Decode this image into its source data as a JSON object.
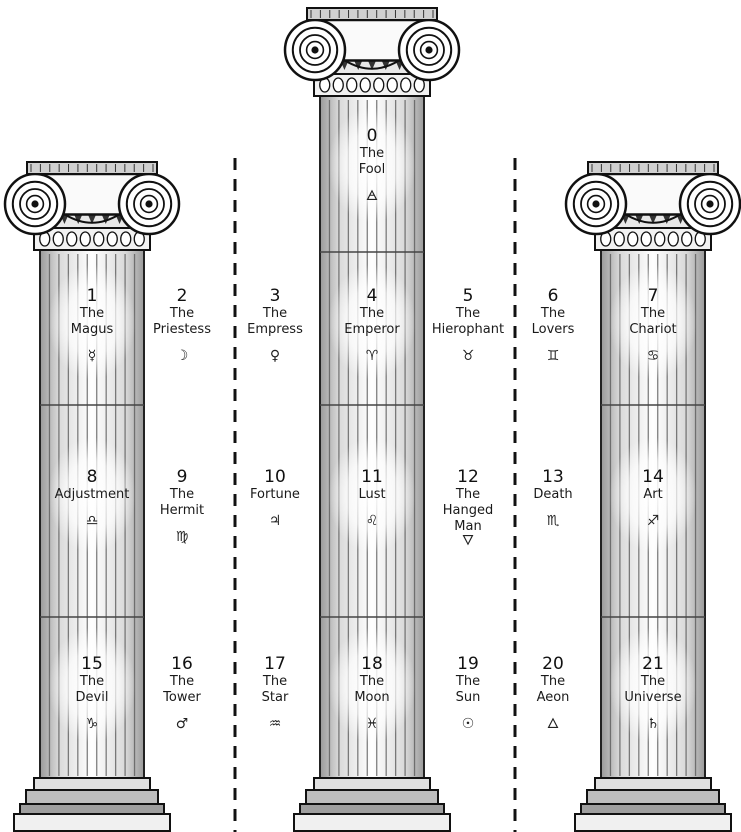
{
  "pillars": [
    {
      "name": "left-pillar"
    },
    {
      "name": "center-pillar"
    },
    {
      "name": "right-pillar"
    }
  ],
  "cards": [
    {
      "number": "0",
      "name_lines": [
        "The",
        "Fool"
      ],
      "symbol": "🜁",
      "symbol_name": "air-symbol"
    },
    {
      "number": "1",
      "name_lines": [
        "The",
        "Magus"
      ],
      "symbol": "☿",
      "symbol_name": "mercury-symbol"
    },
    {
      "number": "2",
      "name_lines": [
        "The",
        "Priestess"
      ],
      "symbol": "☽",
      "symbol_name": "moon-symbol"
    },
    {
      "number": "3",
      "name_lines": [
        "The",
        "Empress"
      ],
      "symbol": "♀",
      "symbol_name": "venus-symbol"
    },
    {
      "number": "4",
      "name_lines": [
        "The",
        "Emperor"
      ],
      "symbol": "♈",
      "symbol_name": "aries-symbol"
    },
    {
      "number": "5",
      "name_lines": [
        "The",
        "Hierophant"
      ],
      "symbol": "♉",
      "symbol_name": "taurus-symbol"
    },
    {
      "number": "6",
      "name_lines": [
        "The",
        "Lovers"
      ],
      "symbol": "♊",
      "symbol_name": "gemini-symbol"
    },
    {
      "number": "7",
      "name_lines": [
        "The",
        "Chariot"
      ],
      "symbol": "♋",
      "symbol_name": "cancer-symbol"
    },
    {
      "number": "8",
      "name_lines": [
        "Adjustment"
      ],
      "symbol": "♎",
      "symbol_name": "libra-symbol"
    },
    {
      "number": "9",
      "name_lines": [
        "The",
        "Hermit"
      ],
      "symbol": "♍",
      "symbol_name": "virgo-symbol"
    },
    {
      "number": "10",
      "name_lines": [
        "Fortune"
      ],
      "symbol": "♃",
      "symbol_name": "jupiter-symbol"
    },
    {
      "number": "11",
      "name_lines": [
        "Lust"
      ],
      "symbol": "♌",
      "symbol_name": "leo-symbol"
    },
    {
      "number": "12",
      "name_lines": [
        "The",
        "Hanged",
        "Man"
      ],
      "symbol": "🜄",
      "symbol_name": "water-symbol"
    },
    {
      "number": "13",
      "name_lines": [
        "Death"
      ],
      "symbol": "♏",
      "symbol_name": "scorpio-symbol"
    },
    {
      "number": "14",
      "name_lines": [
        "Art"
      ],
      "symbol": "♐",
      "symbol_name": "sagittarius-symbol"
    },
    {
      "number": "15",
      "name_lines": [
        "The",
        "Devil"
      ],
      "symbol": "♑",
      "symbol_name": "capricorn-symbol"
    },
    {
      "number": "16",
      "name_lines": [
        "The",
        "Tower"
      ],
      "symbol": "♂",
      "symbol_name": "mars-symbol"
    },
    {
      "number": "17",
      "name_lines": [
        "The",
        "Star"
      ],
      "symbol": "♒",
      "symbol_name": "aquarius-symbol"
    },
    {
      "number": "18",
      "name_lines": [
        "The",
        "Moon"
      ],
      "symbol": "♓",
      "symbol_name": "pisces-symbol"
    },
    {
      "number": "19",
      "name_lines": [
        "The",
        "Sun"
      ],
      "symbol": "☉",
      "symbol_name": "sun-symbol"
    },
    {
      "number": "20",
      "name_lines": [
        "The",
        "Aeon"
      ],
      "symbol": "🜂",
      "symbol_name": "fire-symbol"
    },
    {
      "number": "21",
      "name_lines": [
        "The",
        "Universe"
      ],
      "symbol": "♄",
      "symbol_name": "saturn-symbol"
    }
  ]
}
